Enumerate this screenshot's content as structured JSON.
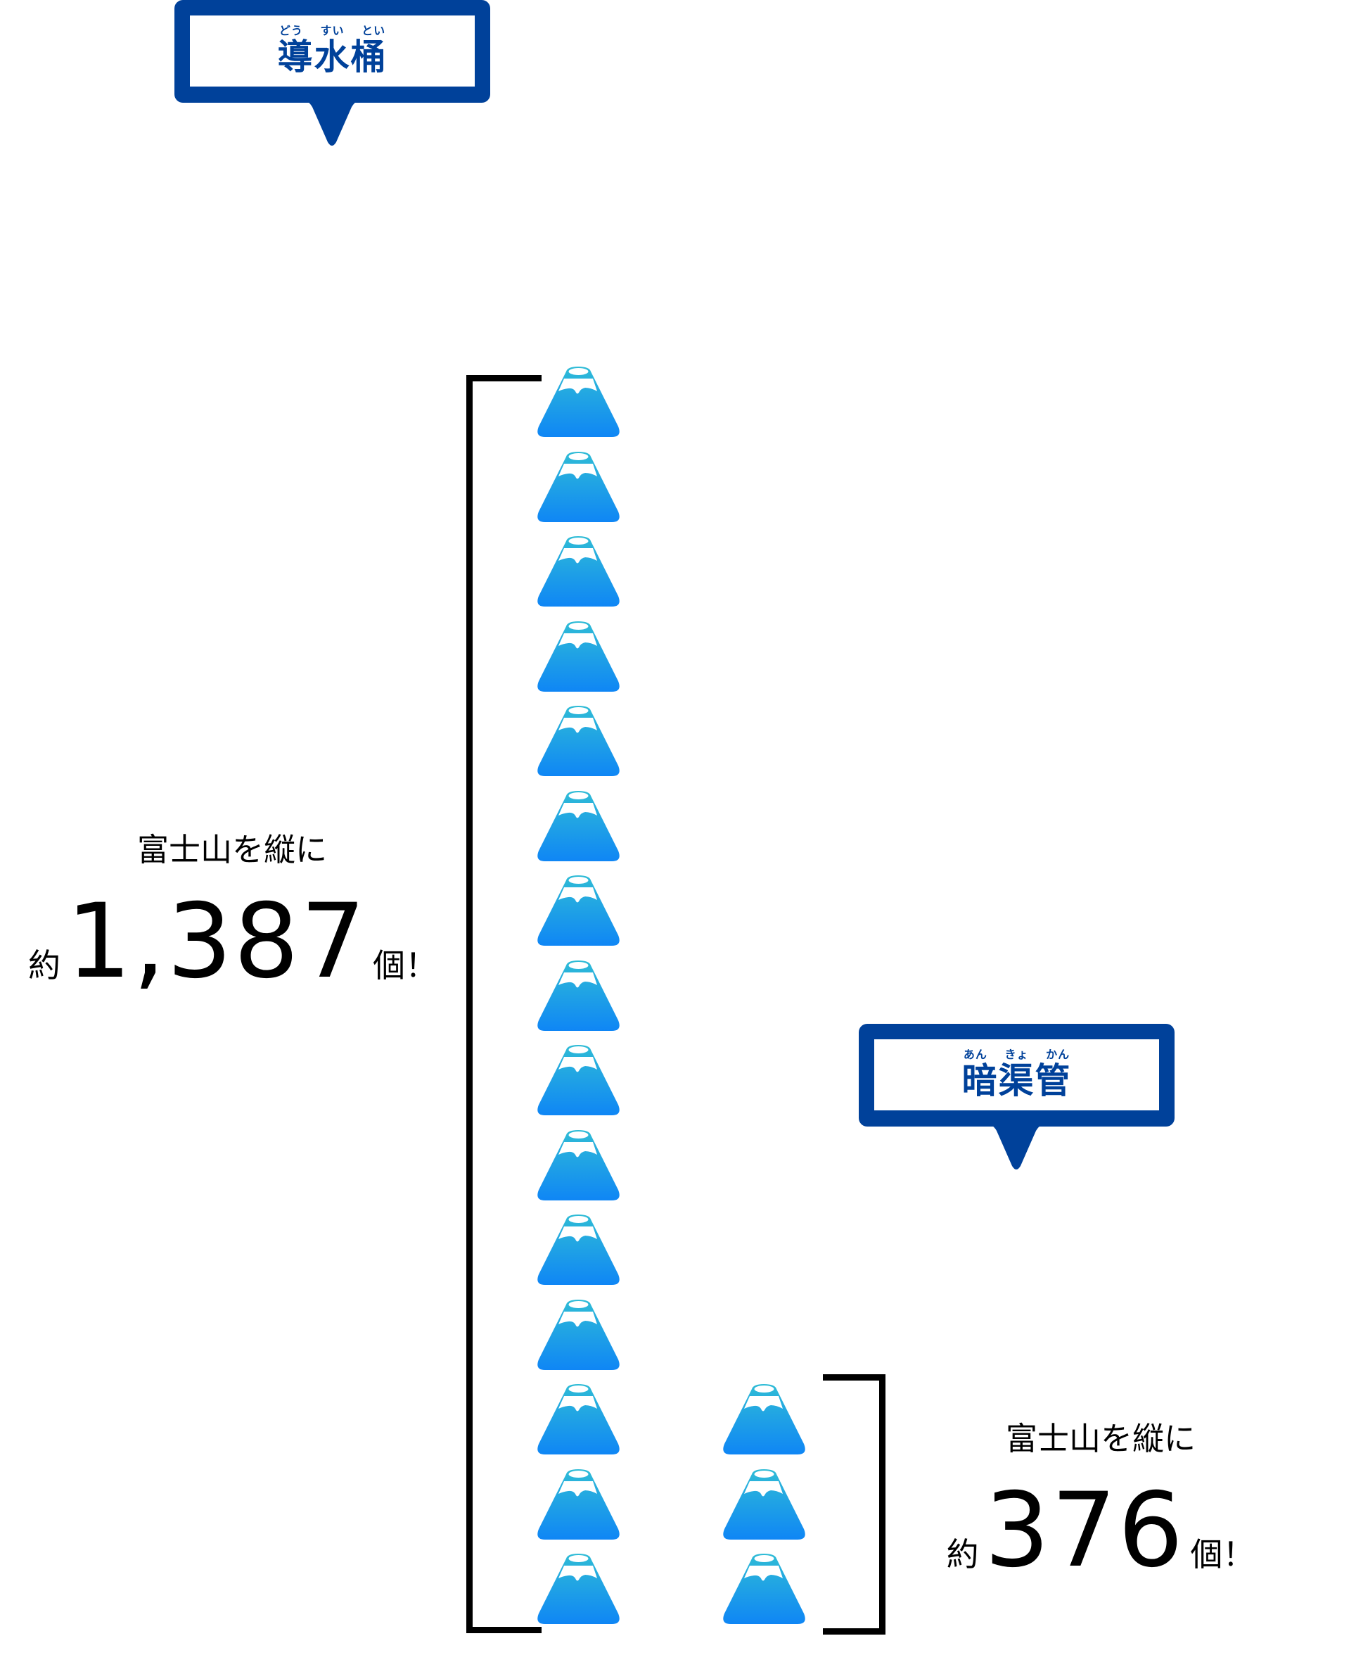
{
  "callouts": [
    {
      "ruby": "どう すい とい",
      "title": "導水桶"
    },
    {
      "ruby": "あん きょ かん",
      "title": "暗渠管"
    }
  ],
  "comparisons": [
    {
      "line1": "富士山を縦に",
      "prefix": "約",
      "count": "1,387",
      "suffix": "個！",
      "icon_count": 15
    },
    {
      "line1": "富士山を縦に",
      "prefix": "約",
      "count": "376",
      "suffix": "個！",
      "icon_count": 3
    }
  ],
  "icon": "mount-fuji-icon",
  "colors": {
    "callout": "#00419a",
    "fuji_top": "#2fbcd6",
    "fuji_bottom": "#0f86f5",
    "text": "#000000"
  }
}
